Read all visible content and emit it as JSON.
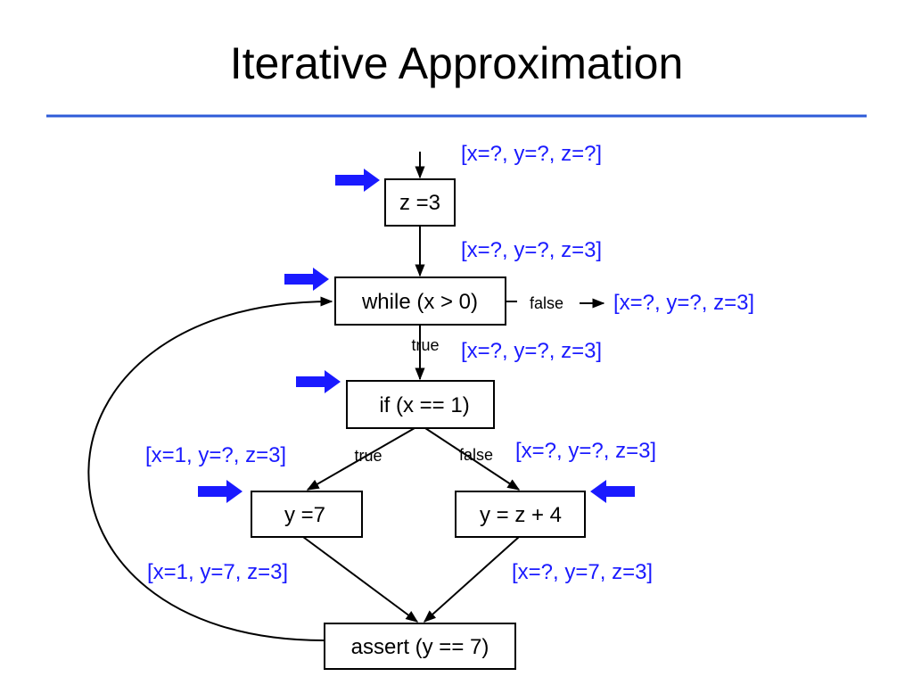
{
  "slide": {
    "title": "Iterative Approximation"
  },
  "colors": {
    "accent": "#1a1aff",
    "rule": "#2e5bd8",
    "assert": "#e00000",
    "arrow": "#1a1aff"
  },
  "nodes": {
    "assign_z": "z =3",
    "while": "while (x > 0)",
    "if": "if (x == 1)",
    "assign_y7": "y =7",
    "assign_yz4": "y = z + 4",
    "assert": "assert (y == 7)"
  },
  "edges": {
    "while_false": "false",
    "while_true": "true",
    "if_true": "true",
    "if_false": "false"
  },
  "states": {
    "entry": "[x=?, y=?, z=?]",
    "after_z": "[x=?, y=?, z=3]",
    "while_exit": "[x=?, y=?, z=3]",
    "while_body": "[x=?, y=?, z=3]",
    "if_true_in": "[x=1, y=?, z=3]",
    "if_false_in": "[x=?, y=?, z=3]",
    "after_y7": "[x=1, y=7, z=3]",
    "after_yz4": "[x=?, y=7, z=3]"
  },
  "markers": [
    "right-arrow-icon",
    "right-arrow-icon",
    "right-arrow-icon",
    "right-arrow-icon",
    "left-arrow-icon"
  ]
}
